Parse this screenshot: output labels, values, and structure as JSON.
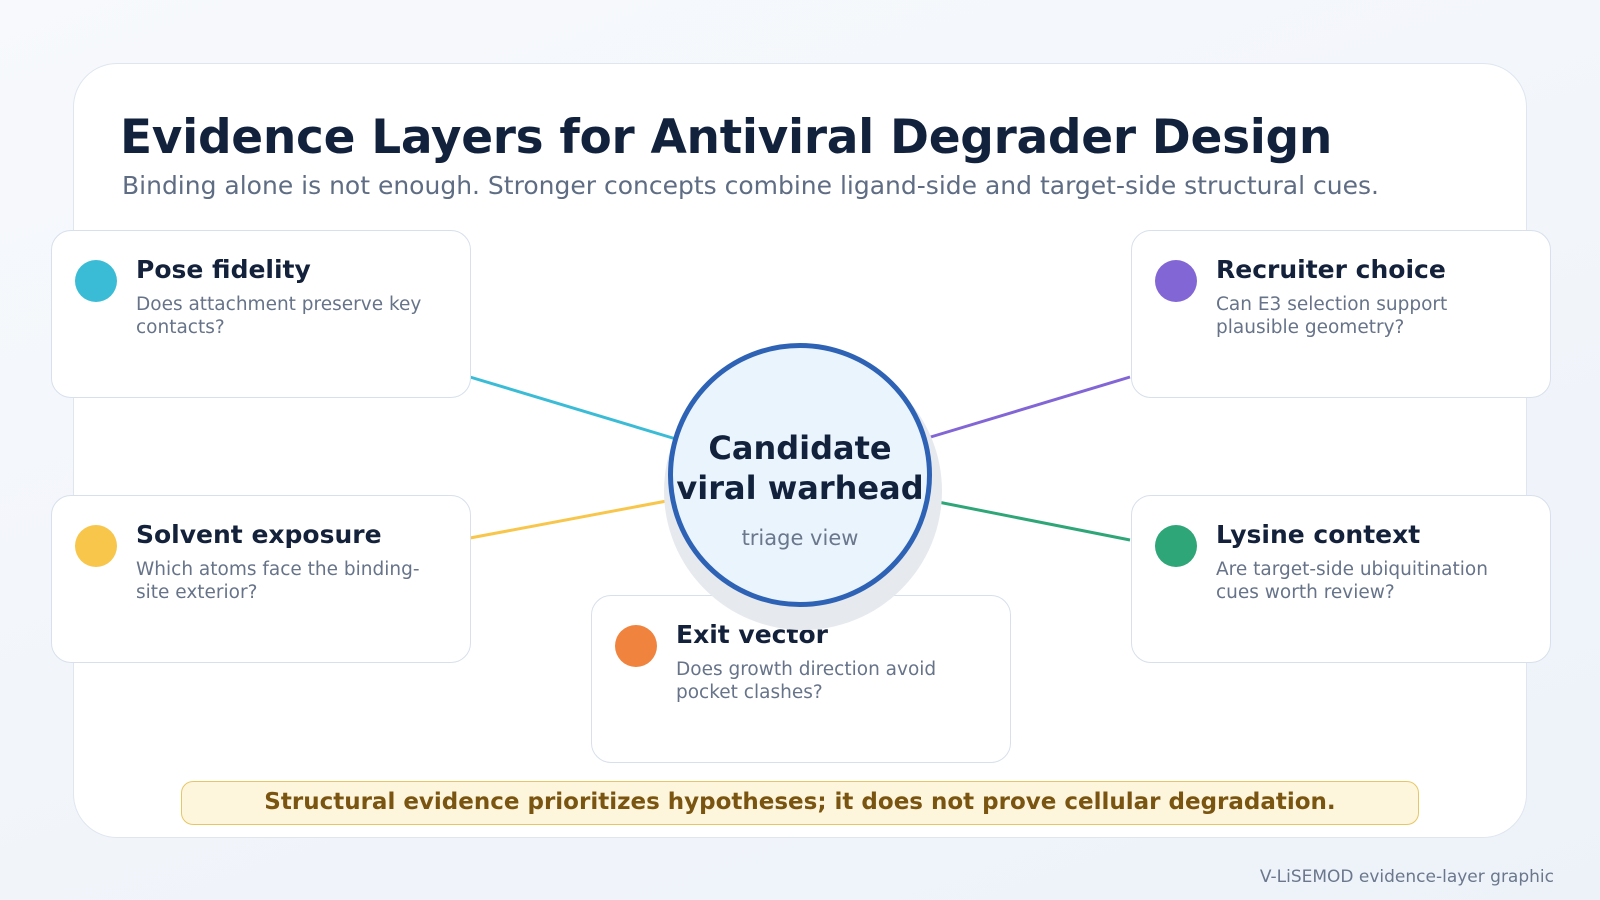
{
  "header": {
    "title": "Evidence Layers for Antiviral Degrader Design",
    "subtitle": "Binding alone is not enough. Stronger concepts combine ligand-side and target-side structural cues."
  },
  "hub": {
    "title_line1": "Candidate",
    "title_line2": "viral warhead",
    "subtitle": "triage view",
    "border_color": "#2e62b5",
    "fill_color": "#eaf4fd"
  },
  "cards": {
    "pose": {
      "title": "Pose fidelity",
      "description": "Does attachment preserve key contacts?",
      "color": "#3bbcd6"
    },
    "solvent": {
      "title": "Solvent exposure",
      "description": "Which atoms face the binding-site exterior?",
      "color": "#f7c64a"
    },
    "exit": {
      "title": "Exit vector",
      "description": "Does growth direction avoid pocket clashes?",
      "color": "#f0833d"
    },
    "recruiter": {
      "title": "Recruiter choice",
      "description": "Can E3 selection support plausible geometry?",
      "color": "#8266d6"
    },
    "lysine": {
      "title": "Lysine context",
      "description": "Are target-side ubiquitination cues worth review?",
      "color": "#2ea678"
    }
  },
  "footer": {
    "note": "Structural evidence prioritizes hypotheses; it does not prove cellular degradation.",
    "credit": "V-LiSEMOD evidence-layer graphic"
  }
}
